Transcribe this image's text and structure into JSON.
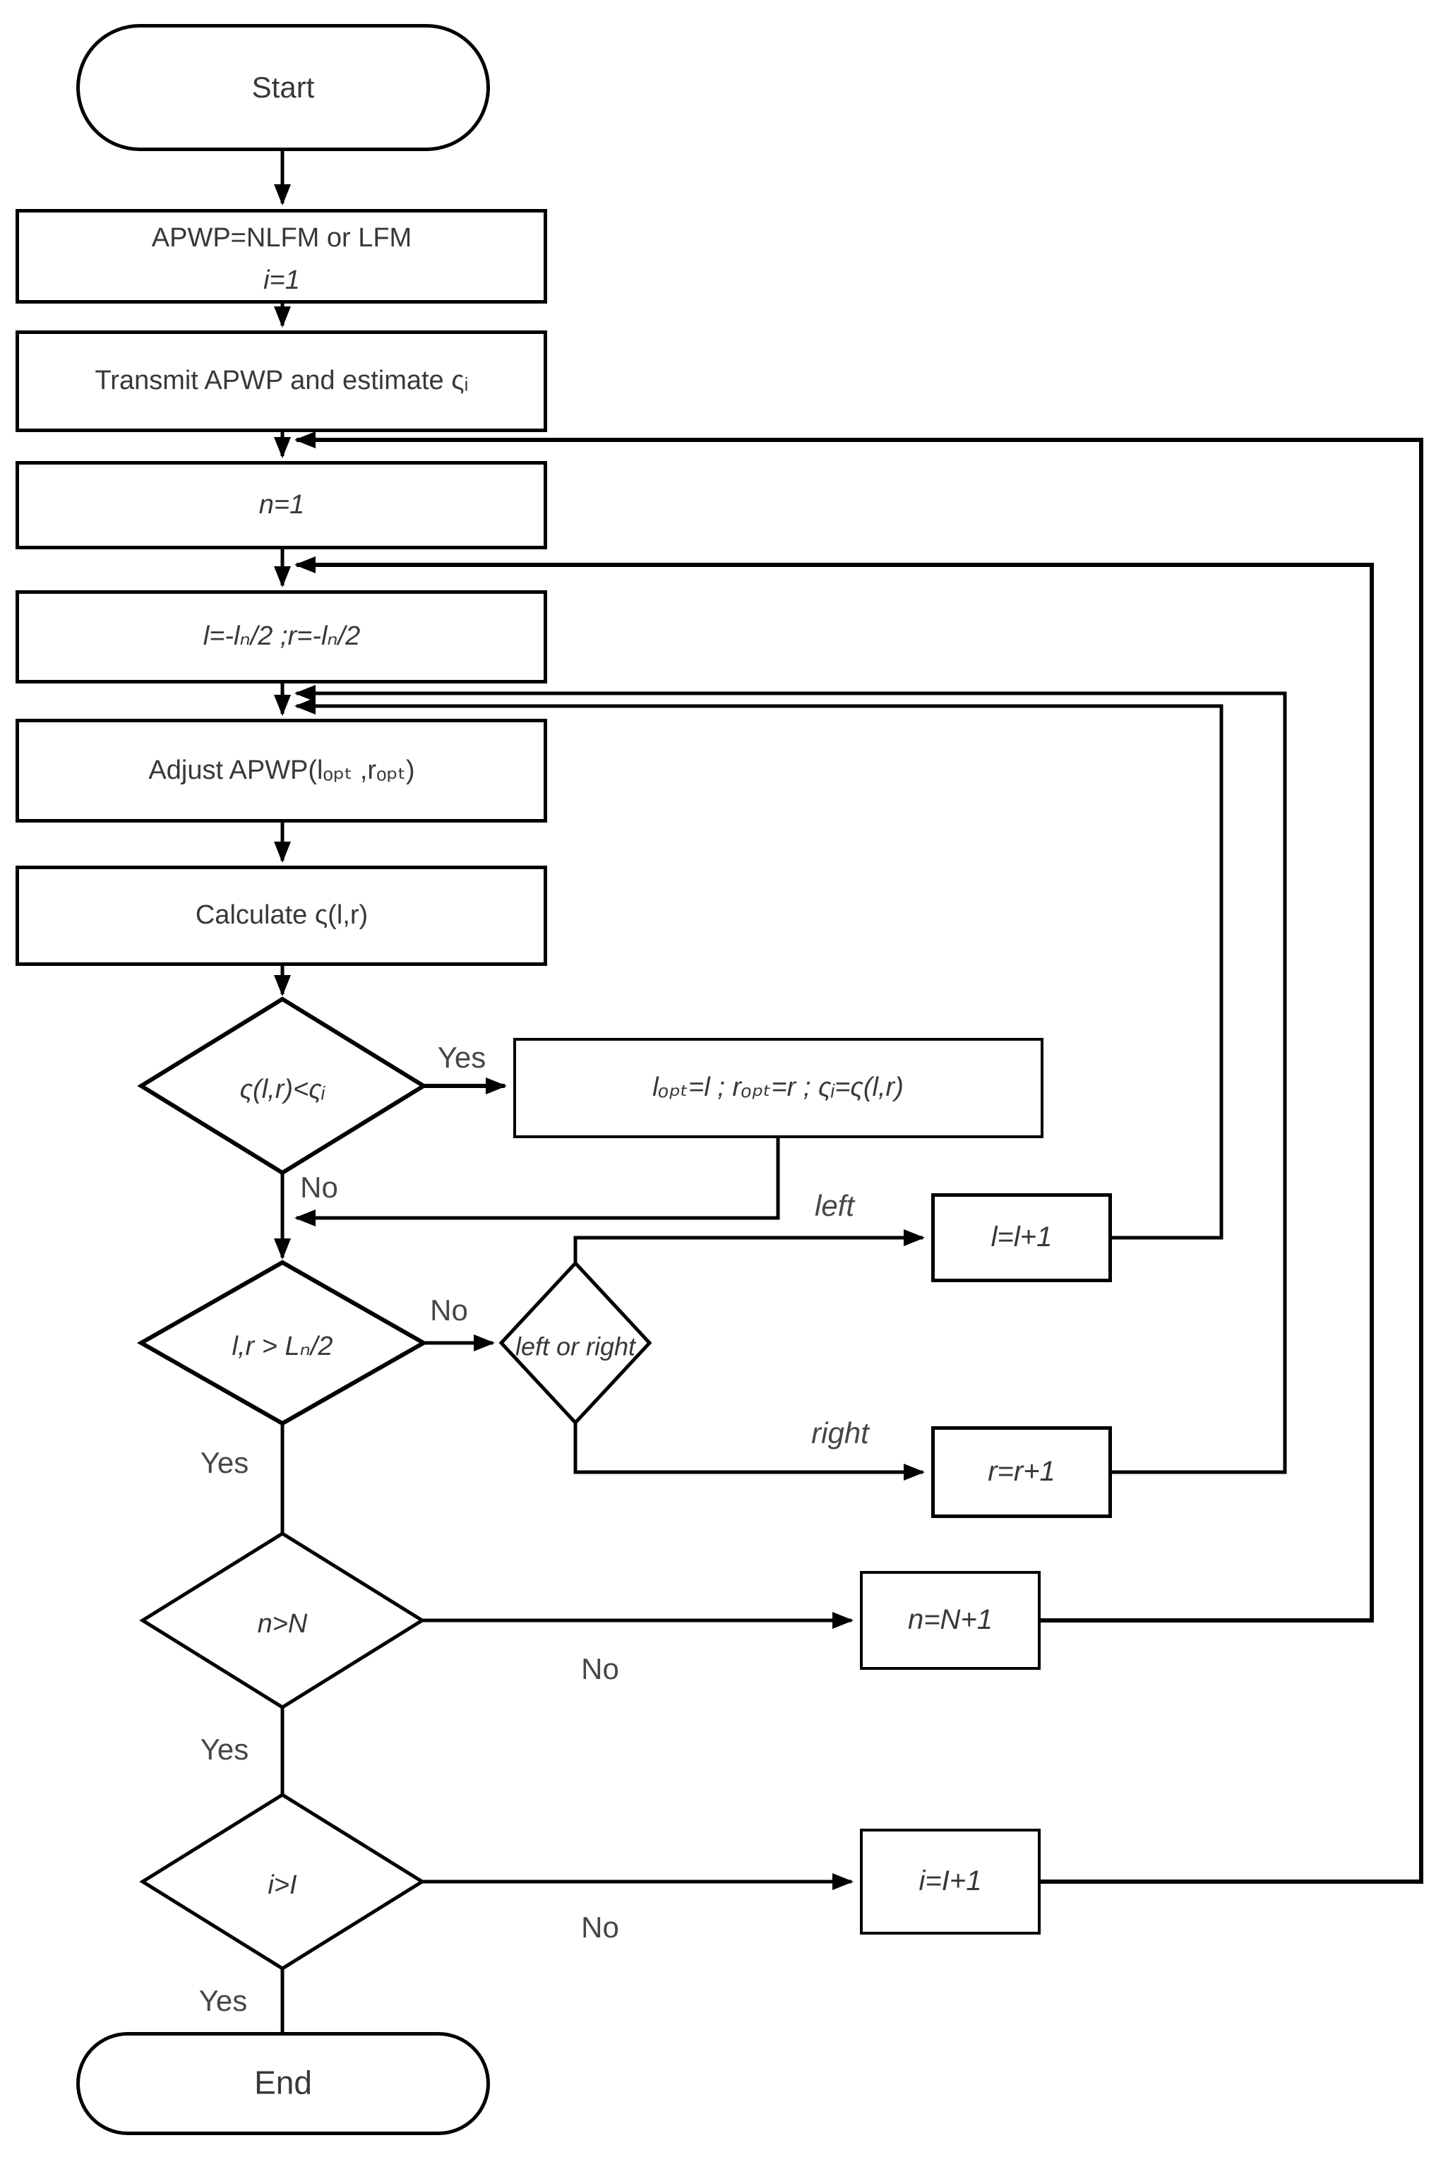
{
  "flowchart": {
    "nodes": {
      "start": {
        "label": "Start",
        "type": "terminator"
      },
      "init": {
        "line1": "APWP=NLFM or LFM",
        "line2": "i=1",
        "type": "process"
      },
      "transmit": {
        "label": "Transmit APWP and estimate ςᵢ",
        "type": "process"
      },
      "n_init": {
        "label": "n=1",
        "type": "process"
      },
      "lr_init": {
        "label": "l=-lₙ/2 ;r=-lₙ/2",
        "type": "process"
      },
      "adjust": {
        "label": "Adjust APWP(lₒₚₜ ,rₒₚₜ)",
        "type": "process"
      },
      "calculate": {
        "label": "Calculate ς(l,r)",
        "type": "process"
      },
      "cost_check": {
        "label": "ς(l,r)<ςᵢ",
        "type": "decision"
      },
      "update_opt": {
        "label": "lₒₚₜ=l ; rₒₚₜ=r ; ςᵢ=ς(l,r)",
        "type": "process"
      },
      "range_check": {
        "label": "l,r > Lₙ/2",
        "type": "decision"
      },
      "side_check": {
        "label": "left or right",
        "type": "decision"
      },
      "inc_l": {
        "label": "l=l+1",
        "type": "process"
      },
      "inc_r": {
        "label": "r=r+1",
        "type": "process"
      },
      "n_check": {
        "label": "n>N",
        "type": "decision"
      },
      "inc_n": {
        "label": "n=N+1",
        "type": "process"
      },
      "i_check": {
        "label": "i>I",
        "type": "decision"
      },
      "inc_i": {
        "label": "i=I+1",
        "type": "process"
      },
      "end": {
        "label": "End",
        "type": "terminator"
      }
    },
    "edge_labels": {
      "yes": "Yes",
      "no": "No",
      "left": "left",
      "right": "right"
    },
    "colors": {
      "line": "#000000",
      "text": "#383838",
      "background": "#ffffff"
    }
  }
}
